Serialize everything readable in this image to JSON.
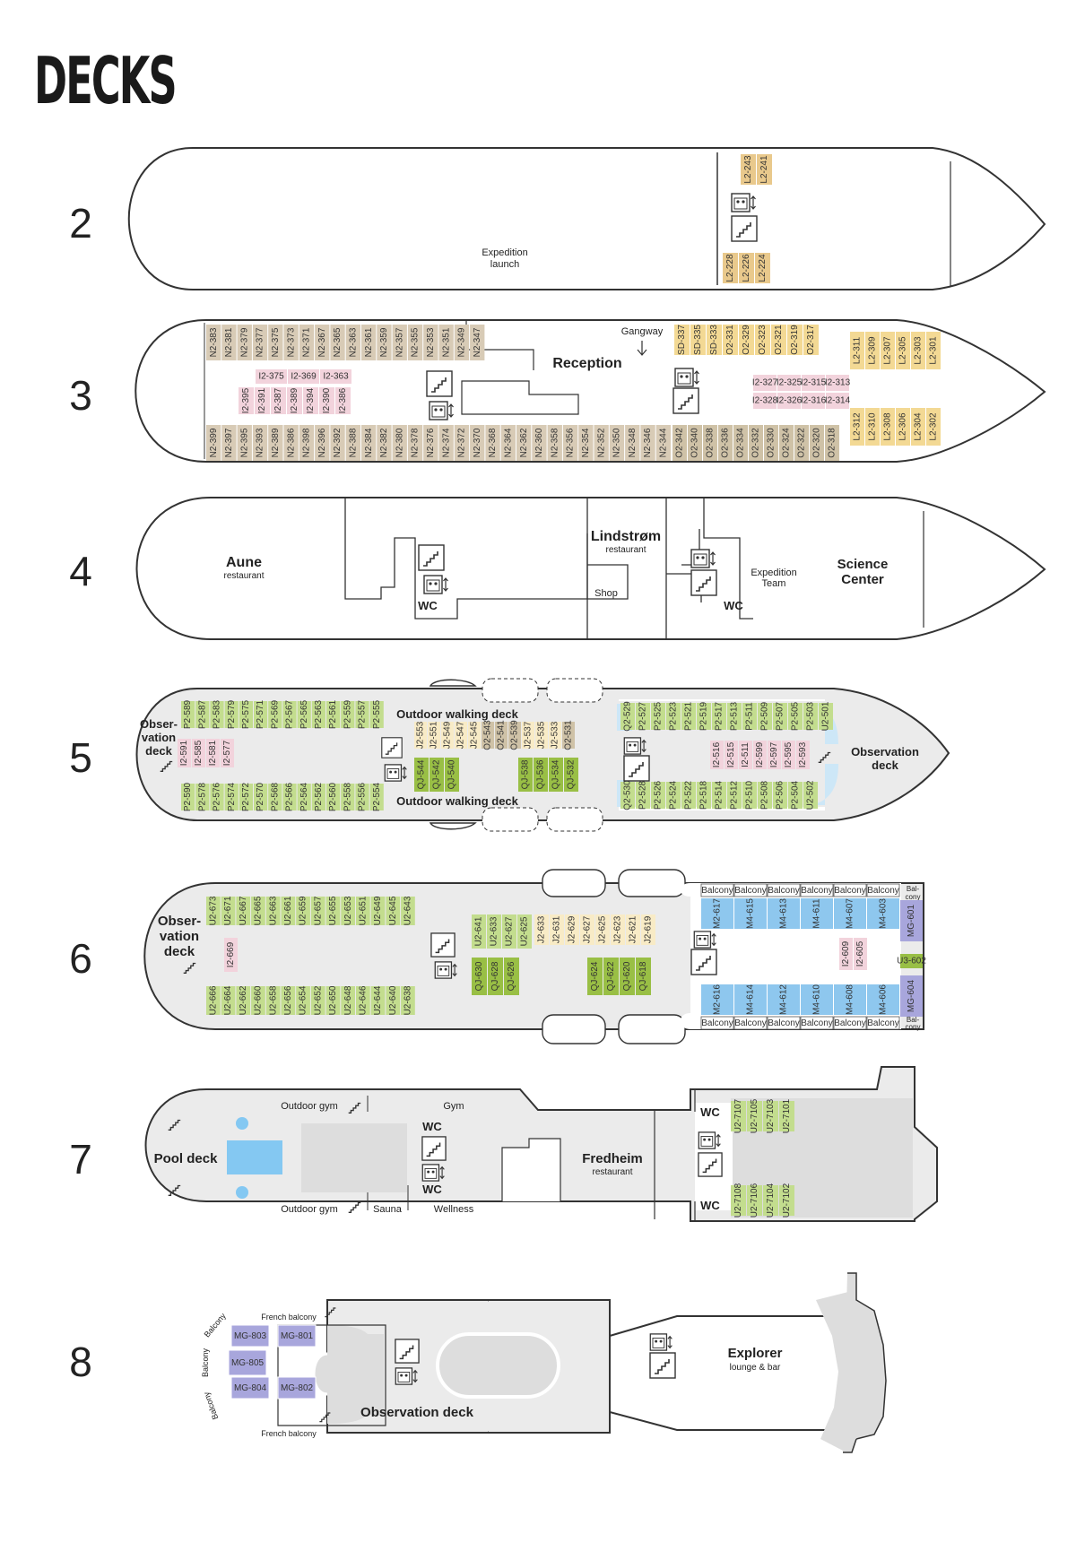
{
  "title": "DECKS",
  "colors": {
    "hull_stroke": "#333333",
    "public_area": "#ebebeb",
    "cabin_beige": "#d8cbb6",
    "cabin_yellow": "#f3d994",
    "cabin_orange": "#e9c98c",
    "cabin_pink": "#f2d3dc",
    "cabin_green": "#c3dd8e",
    "cabin_darkgreen": "#99bf45",
    "cabin_cream": "#f8ebc6",
    "cabin_brown": "#cfc2a7",
    "suite_blue": "#8ec7ee",
    "suite_purple": "#a8a6dc",
    "pool": "#84c8f2"
  },
  "decks": [
    {
      "number": "2",
      "labels": {
        "launch_1": "Expedition",
        "launch_2": "launch"
      },
      "cabins_top": [
        "L2-243",
        "L2-241"
      ],
      "cabins_bottom": [
        "L2-228",
        "L2-226",
        "L2-224"
      ]
    },
    {
      "number": "3",
      "labels": {
        "reception": "Reception",
        "gangway": "Gangway"
      },
      "cabins_top_row": [
        "N2-383",
        "N2-381",
        "N2-379",
        "N2-377",
        "N2-375",
        "N2-373",
        "N2-371",
        "N2-367",
        "N2-365",
        "N2-363",
        "N2-361",
        "N2-359",
        "N2-357",
        "N2-355",
        "N2-353",
        "N2-351",
        "N2-349",
        "N2-347"
      ],
      "cabins_bottom_row": [
        "N2-399",
        "N2-397",
        "N2-395",
        "N2-393",
        "N2-389",
        "N2-386",
        "N2-398",
        "N2-396",
        "N2-392",
        "N2-388",
        "N2-384",
        "N2-382",
        "N2-380",
        "N2-378",
        "N2-376",
        "N2-374",
        "N2-372",
        "N2-370",
        "N2-368",
        "N2-364",
        "N2-362",
        "N2-360",
        "N2-358",
        "N2-356",
        "N2-354",
        "N2-352",
        "N2-350",
        "N2-348",
        "N2-346",
        "N2-344"
      ],
      "cabins_inside_left_a": [
        "I2-375",
        "I2-369",
        "I2-363"
      ],
      "cabins_inside_left_b": [
        "I2-395",
        "I2-391",
        "I2-387",
        "I2-389",
        "I2-394",
        "I2-390",
        "I2-386"
      ],
      "cabins_forward_top": [
        "SD-337",
        "SD-335",
        "SD-333",
        "O2-331",
        "O2-329",
        "O2-323",
        "O2-321",
        "O2-319",
        "O2-317"
      ],
      "cabins_forward_bottom": [
        "O2-342",
        "O2-340",
        "O2-338",
        "O2-336",
        "O2-334",
        "O2-332",
        "O2-330",
        "O2-324",
        "O2-322",
        "O2-320",
        "O2-318"
      ],
      "cabins_inside_right": [
        "I2-327",
        "I2-325",
        "I2-315",
        "I2-313",
        "I2-328",
        "I2-326",
        "I2-316",
        "I2-314"
      ],
      "cabins_bow": [
        "L2-311",
        "L2-309",
        "L2-307",
        "L2-305",
        "L2-303",
        "L2-301",
        "L2-312",
        "L2-310",
        "L2-308",
        "L2-306",
        "L2-304",
        "L2-302"
      ]
    },
    {
      "number": "4",
      "labels": {
        "aune": "Aune",
        "aune_sub": "restaurant",
        "lindstrom": "Lindstrøm",
        "lindstrom_sub": "restaurant",
        "shop": "Shop",
        "wc": "WC",
        "expedition_1": "Expedition",
        "expedition_2": "Team",
        "science_1": "Science",
        "science_2": "Center"
      }
    },
    {
      "number": "5",
      "labels": {
        "obs_aft_1": "Obser-",
        "obs_aft_2": "vation",
        "obs_aft_3": "deck",
        "walk_top": "Outdoor walking deck",
        "walk_bottom": "Outdoor walking deck",
        "obs_fwd_1": "Observation",
        "obs_fwd_2": "deck"
      },
      "cabins_top": [
        "P2-589",
        "P2-587",
        "P2-583",
        "P2-579",
        "P2-575",
        "P2-571",
        "P2-569",
        "P2-567",
        "P2-565",
        "P2-563",
        "P2-561",
        "P2-559",
        "P2-557",
        "P2-555"
      ],
      "cabins_bottom": [
        "P2-590",
        "P2-578",
        "P2-576",
        "P2-574",
        "P2-572",
        "P2-570",
        "P2-568",
        "P2-566",
        "P2-564",
        "P2-562",
        "P2-560",
        "P2-558",
        "P2-556",
        "P2-554"
      ],
      "cabins_inside_aft": [
        "I2-591",
        "I2-585",
        "I2-581",
        "I2-577"
      ],
      "cabins_mid_cream": [
        "J2-553",
        "J2-551",
        "J2-549",
        "J2-547",
        "J2-545"
      ],
      "cabins_mid_brown": [
        "O2-543",
        "O2-541",
        "O2-539"
      ],
      "cabins_mid_cream2": [
        "J2-537",
        "J2-535",
        "J2-533"
      ],
      "cabins_mid_brown2": [
        "O2-531"
      ],
      "cabins_mid_green": [
        "QJ-544",
        "QJ-542",
        "QJ-540",
        "QJ-538",
        "QJ-536",
        "QJ-534",
        "QJ-532"
      ],
      "cabins_fwd_top": [
        "Q2-529",
        "P2-527",
        "P2-525",
        "P2-523",
        "P2-521",
        "P2-519",
        "P2-517",
        "P2-513",
        "P2-511",
        "P2-509",
        "P2-507",
        "P2-505",
        "P2-503",
        "U2-501"
      ],
      "cabins_fwd_bottom": [
        "Q2-530",
        "P2-528",
        "P2-526",
        "P2-524",
        "P2-522",
        "P2-518",
        "P2-514",
        "P2-512",
        "P2-510",
        "P2-508",
        "P2-506",
        "P2-504",
        "U2-502"
      ],
      "cabins_inside_fwd": [
        "I2-516",
        "I2-515",
        "I2-511",
        "I2-599",
        "I2-597",
        "I2-595",
        "I2-593"
      ]
    },
    {
      "number": "6",
      "labels": {
        "obs_1": "Obser-",
        "obs_2": "vation",
        "obs_3": "deck",
        "balcony": "Balcony",
        "bal_1": "Bal-",
        "bal_2": "cony"
      },
      "cabins_top": [
        "U2-673",
        "U2-671",
        "U2-667",
        "U2-665",
        "U2-663",
        "U2-661",
        "U2-659",
        "U2-657",
        "U2-655",
        "U2-653",
        "U2-651",
        "U2-649",
        "U2-645",
        "U2-643"
      ],
      "cabins_bottom": [
        "U2-666",
        "U2-664",
        "U2-662",
        "U2-660",
        "U2-658",
        "U2-656",
        "U2-654",
        "U2-652",
        "U2-650",
        "U2-648",
        "U2-646",
        "U2-644",
        "U2-640",
        "U2-638"
      ],
      "cabins_inside_aft": [
        "I2-669"
      ],
      "cabins_mid_top_green": [
        "U2-641",
        "U2-633",
        "U2-627",
        "U2-625"
      ],
      "cabins_mid_top_cream": [
        "J2-633",
        "J2-631",
        "J2-629",
        "J2-627",
        "J2-625",
        "J2-623",
        "J2-621",
        "J2-619"
      ],
      "cabins_mid_bottom": [
        "QJ-630",
        "QJ-628",
        "QJ-626",
        "QJ-624",
        "QJ-622",
        "QJ-620",
        "QJ-618"
      ],
      "suites_top": [
        "M2-617",
        "M4-615",
        "M4-613",
        "M4-611",
        "M4-607",
        "M4-603"
      ],
      "suites_bottom": [
        "M2-616",
        "M4-614",
        "M4-612",
        "M4-610",
        "M4-608",
        "M4-606"
      ],
      "cabins_inside_fwd": [
        "I2-609",
        "I2-605"
      ],
      "bow_suites": [
        "MG-601",
        "MG-604"
      ],
      "bow_green": [
        "U3-602"
      ]
    },
    {
      "number": "7",
      "labels": {
        "pool": "Pool deck",
        "gym_out_top": "Outdoor gym",
        "gym": "Gym",
        "wc": "WC",
        "gym_out_bottom": "Outdoor gym",
        "sauna": "Sauna",
        "wellness": "Wellness",
        "fredheim": "Fredheim",
        "fredheim_sub": "restaurant"
      },
      "cabins_top": [
        "U2-7107",
        "U2-7105",
        "U2-7103",
        "U2-7101"
      ],
      "cabins_bottom": [
        "U2-7108",
        "U2-7106",
        "U2-7104",
        "U2-7102"
      ]
    },
    {
      "number": "8",
      "labels": {
        "french_top": "French balcony",
        "french_bottom": "French balcony",
        "balcony": "Balcony",
        "obs": "Observation deck",
        "explorer": "Explorer",
        "explorer_sub": "lounge & bar"
      },
      "suites": [
        "MG-803",
        "MG-801",
        "MG-805",
        "MG-804",
        "MG-802"
      ]
    }
  ]
}
